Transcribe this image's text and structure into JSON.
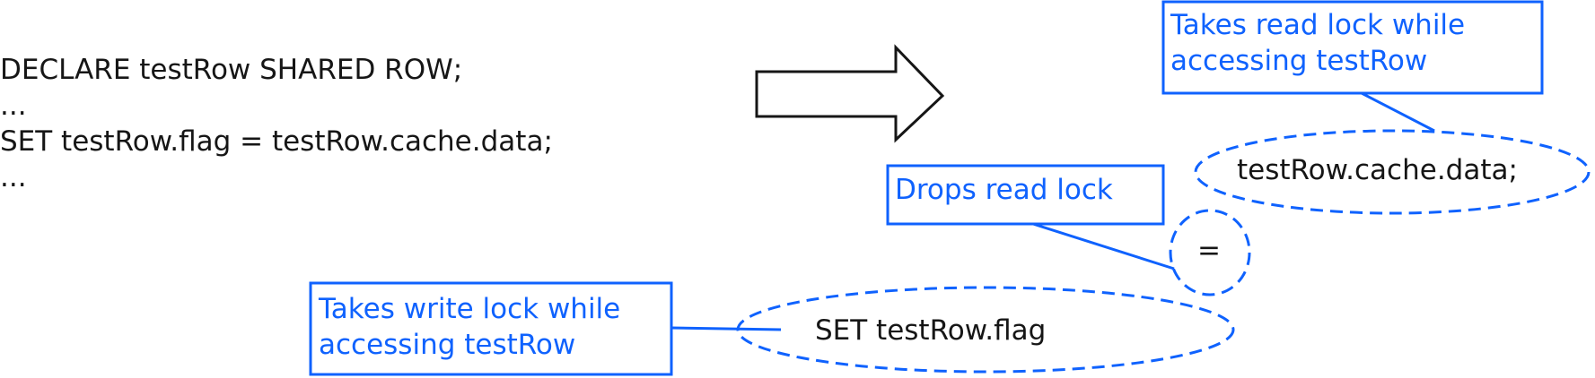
{
  "code": {
    "lines": [
      "DECLARE testRow SHARED ROW;",
      "...",
      "SET testRow.flag = testRow.cache.data;",
      "..."
    ]
  },
  "callouts": {
    "read_lock": {
      "line1": "Takes read lock while",
      "line2": "accessing testRow"
    },
    "drop_lock": {
      "line1": "Drops read lock"
    },
    "write_lock": {
      "line1": "Takes write lock while",
      "line2": "accessing testRow"
    }
  },
  "ellipses": {
    "cache_data": "testRow.cache.data;",
    "equals": "=",
    "set_flag": "SET testRow.flag"
  },
  "colors": {
    "accent": "#0f62fe",
    "text": "#161616"
  }
}
